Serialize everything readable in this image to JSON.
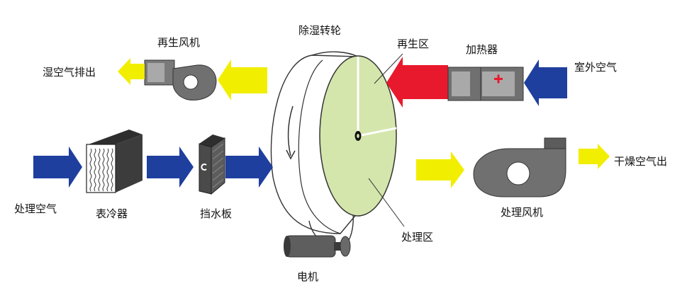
{
  "labels": {
    "rotor": "除湿转轮",
    "regen_fan": "再生风机",
    "wet_air_out": "湿空气排出",
    "regen_zone": "再生区",
    "heater": "加热器",
    "outdoor_air": "室外空气",
    "process_air": "处理空气",
    "cooling_coil": "表冷器",
    "eliminator": "挡水板",
    "process_fan": "处理风机",
    "dry_air_out": "干燥空气出",
    "process_zone": "处理区",
    "motor": "电机"
  },
  "colors": {
    "process_air_arrow": "#1f3f9e",
    "hot_air_arrow": "#e8192c",
    "exhaust_arrow": "#f2ee00",
    "rotor_face": "#d4e6ac",
    "equipment_gray": "#707070",
    "equipment_light": "#a9a9a9",
    "heater_cross": "#e8192c"
  },
  "icons": {
    "heater": "plus-icon",
    "motor": "motor-icon",
    "fans": "fan-icon"
  }
}
